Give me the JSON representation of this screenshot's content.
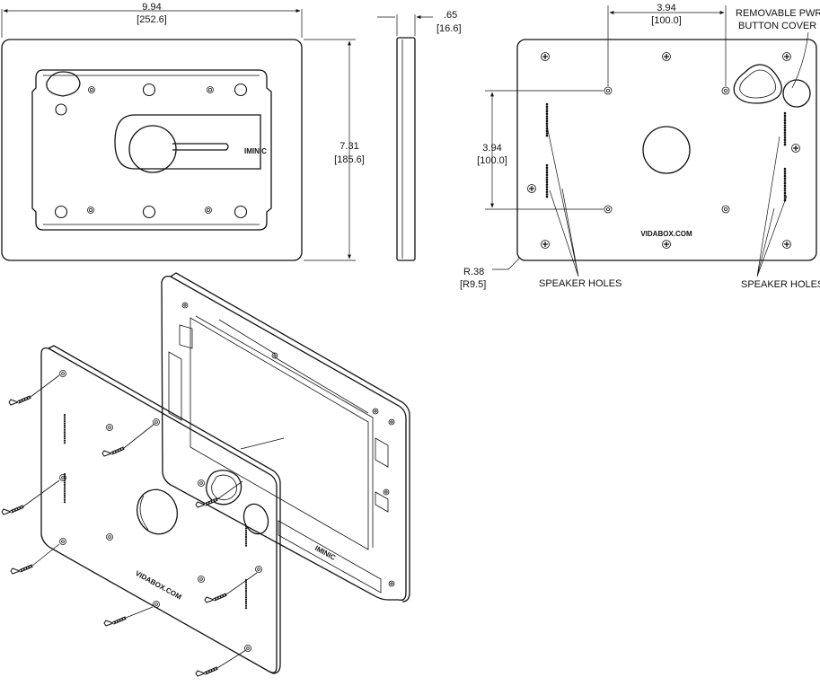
{
  "front_view": {
    "width_in": "9.94",
    "width_mm": "[252.6]",
    "height_in": "7.31",
    "height_mm": "[185.6]",
    "logo_text": "IMINIC"
  },
  "side_view": {
    "depth_in": ".65",
    "depth_mm": "[16.6]"
  },
  "back_view": {
    "hole_spacing_h_in": "3.94",
    "hole_spacing_h_mm": "[100.0]",
    "hole_spacing_v_in": "3.94",
    "hole_spacing_v_mm": "[100.0]",
    "removable_label_1": "REMOVABLE PWR",
    "removable_label_2": "BUTTON COVER",
    "brand_text": "VIDABOX.COM",
    "corner_radius_in": "R.38",
    "corner_radius_mm": "[R9.5]",
    "speaker_label_left": "SPEAKER HOLES",
    "speaker_label_right": "SPEAKER HOLES"
  },
  "iso_view": {
    "plate_brand": "VIDABOX.COM",
    "frame_logo": "IMINIC"
  }
}
